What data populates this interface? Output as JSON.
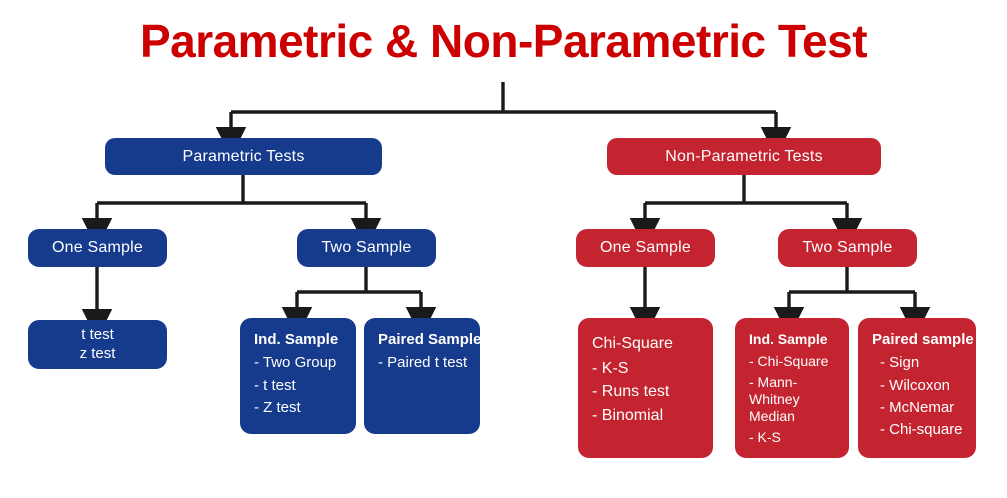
{
  "title": "Parametric & Non-Parametric Test",
  "colors": {
    "title_red": "#CC0000",
    "blue": "#163A8C",
    "red": "#C32430",
    "connector": "#1a1a1a",
    "background": "#FFFFFF",
    "text_on_node": "#FFFFFF"
  },
  "branches": {
    "parametric": {
      "head": "Parametric Tests",
      "one_sample": {
        "label": "One Sample",
        "leaf": {
          "lines": [
            "t test",
            "z test"
          ]
        }
      },
      "two_sample": {
        "label": "Two Sample",
        "leaves": [
          {
            "title": "Ind. Sample",
            "items": [
              "- Two Group",
              "- t test",
              "- Z test"
            ]
          },
          {
            "title": "Paired Sample",
            "items": [
              "- Paired t test"
            ]
          }
        ]
      }
    },
    "non_parametric": {
      "head": "Non-Parametric Tests",
      "one_sample": {
        "label": "One Sample",
        "leaf": {
          "title": "Chi-Square",
          "items": [
            "- K-S",
            "- Runs test",
            "- Binomial"
          ]
        }
      },
      "two_sample": {
        "label": "Two Sample",
        "leaves": [
          {
            "title": "Ind. Sample",
            "items": [
              "- Chi-Square",
              "- Mann-",
              "Whitney",
              "Median",
              "- K-S"
            ]
          },
          {
            "title": "Paired sample",
            "items": [
              "- Sign",
              "- Wilcoxon",
              "- McNemar",
              "- Chi-square"
            ]
          }
        ]
      }
    }
  }
}
